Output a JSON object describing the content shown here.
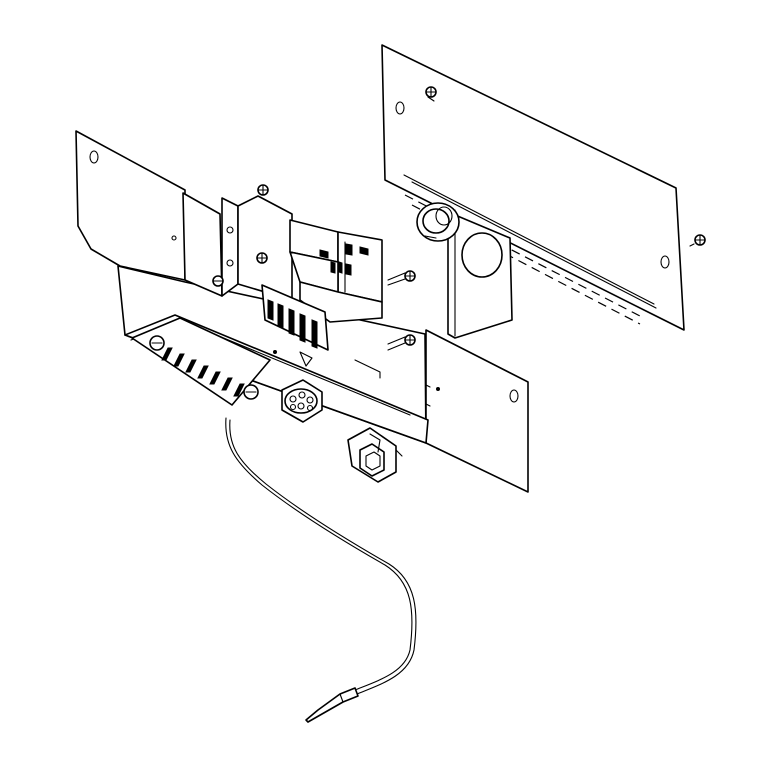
{
  "figure": {
    "kind": "exploded-assembly-line-drawing",
    "colors": {
      "line": "#000000",
      "background": "#ffffff"
    },
    "parts": [
      "front-cover-panel",
      "back-mounting-plate",
      "junction-box",
      "control-bracket",
      "relay-module",
      "terminal-block",
      "mounting-screw",
      "grommet",
      "knockout",
      "wire-clamp",
      "sensor-probe-cable",
      "vent-slots"
    ]
  }
}
